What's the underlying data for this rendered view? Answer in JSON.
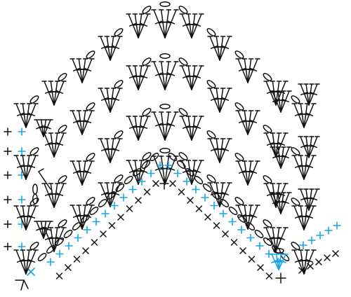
{
  "diagram": {
    "type": "crochet-chart",
    "pattern": "chevron-ripple",
    "symbol_legend": [
      "single-crochet",
      "chain",
      "double-crochet-fan"
    ],
    "ink_colors": {
      "primary": "#111111",
      "accent": "#19a6e6"
    },
    "left_rows": [
      "sc-pair",
      "sc-pair",
      "sc-pair",
      "sc-pair",
      "sc-pair",
      "sc-pair"
    ]
  }
}
